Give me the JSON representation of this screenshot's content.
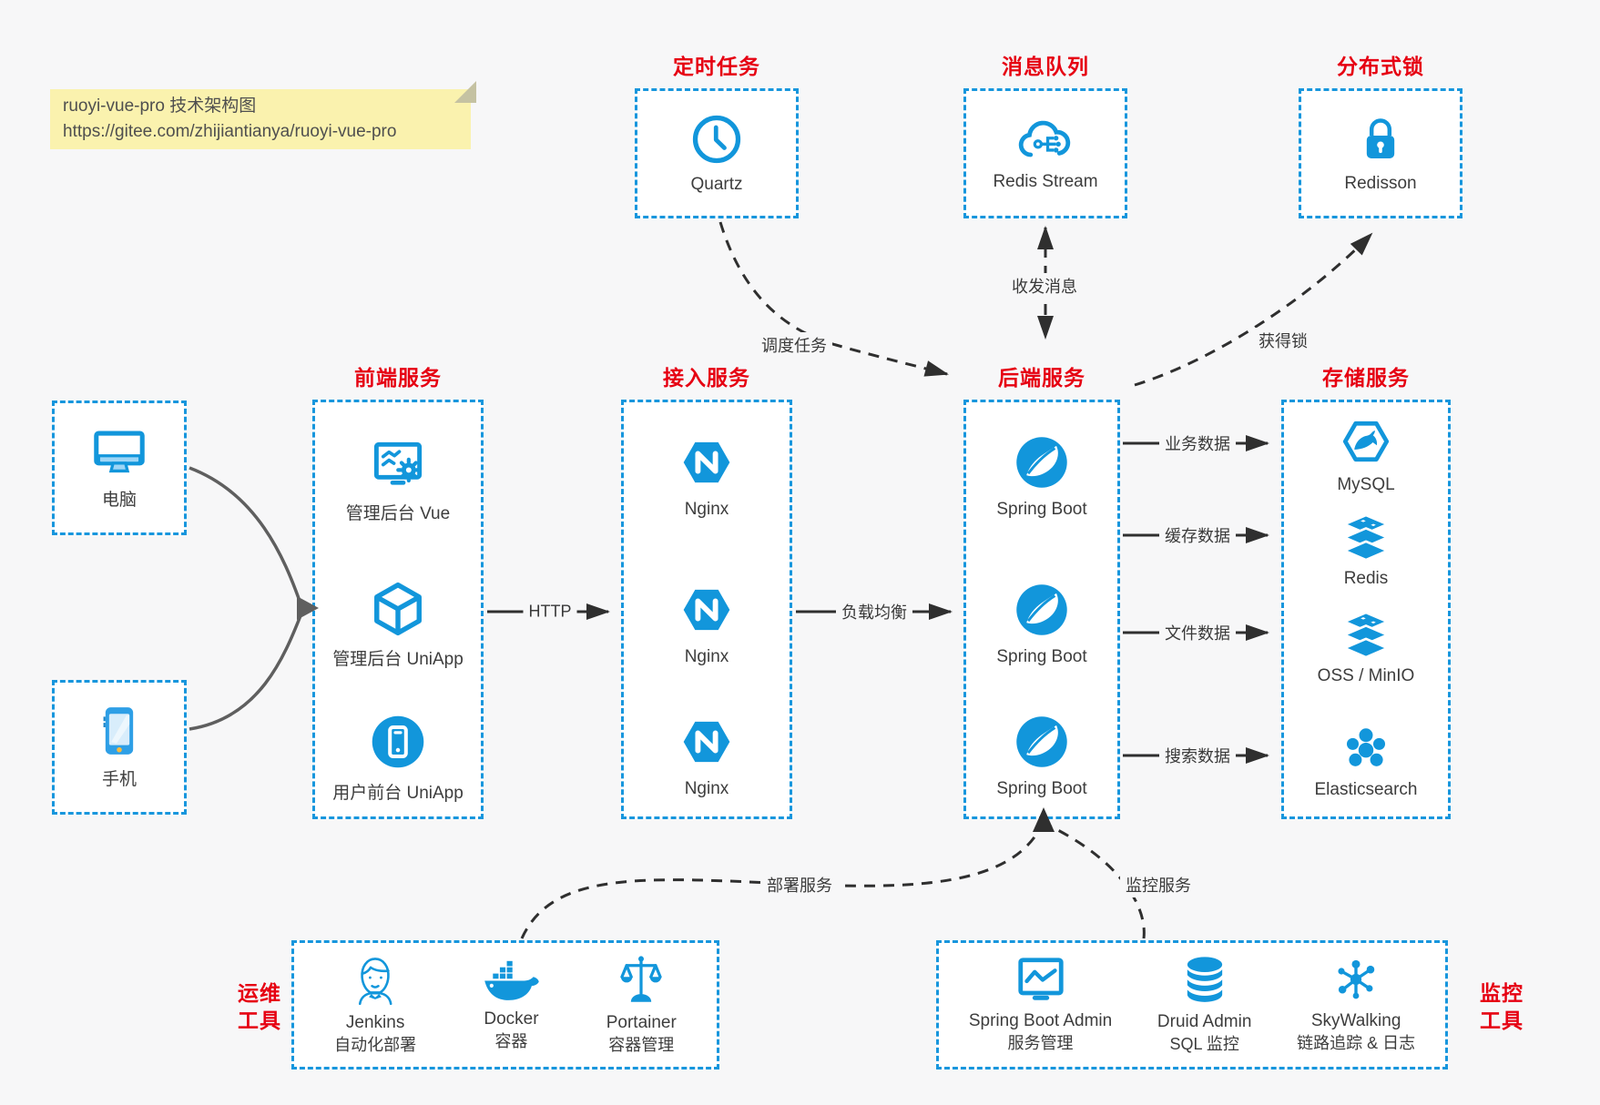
{
  "note": {
    "line1": "ruoyi-vue-pro 技术架构图",
    "line2": "https://gitee.com/zhijiantianya/ruoyi-vue-pro"
  },
  "colors": {
    "accent_blue": "#1296db",
    "dashed_border_blue": "#1796dd",
    "title_red": "#e60012",
    "page_bg": "#f7f7f8",
    "note_bg": "#faf2ae",
    "arrow_dark": "#2f2f2f",
    "arrow_gray": "#5f5f5f"
  },
  "groups": {
    "scheduled": {
      "title": "定时任务",
      "items": [
        {
          "label": "Quartz",
          "icon": "clock-icon"
        }
      ]
    },
    "mq": {
      "title": "消息队列",
      "items": [
        {
          "label": "Redis Stream",
          "icon": "cloud-queue-icon"
        }
      ]
    },
    "lock": {
      "title": "分布式锁",
      "items": [
        {
          "label": "Redisson",
          "icon": "padlock-icon"
        }
      ]
    },
    "clients": {
      "items": [
        {
          "label": "电脑",
          "icon": "desktop-icon"
        },
        {
          "label": "手机",
          "icon": "smartphone-icon"
        }
      ]
    },
    "frontend": {
      "title": "前端服务",
      "items": [
        {
          "label": "管理后台 Vue",
          "icon": "admin-vue-icon"
        },
        {
          "label": "管理后台 UniApp",
          "icon": "uniapp-cube-icon"
        },
        {
          "label": "用户前台 UniApp",
          "icon": "user-app-icon"
        }
      ]
    },
    "gateway": {
      "title": "接入服务",
      "items": [
        {
          "label": "Nginx",
          "icon": "nginx-icon"
        },
        {
          "label": "Nginx",
          "icon": "nginx-icon"
        },
        {
          "label": "Nginx",
          "icon": "nginx-icon"
        }
      ]
    },
    "backend": {
      "title": "后端服务",
      "items": [
        {
          "label": "Spring Boot",
          "icon": "spring-boot-icon"
        },
        {
          "label": "Spring Boot",
          "icon": "spring-boot-icon"
        },
        {
          "label": "Spring Boot",
          "icon": "spring-boot-icon"
        }
      ]
    },
    "storage": {
      "title": "存储服务",
      "items": [
        {
          "label": "MySQL",
          "icon": "mysql-icon"
        },
        {
          "label": "Redis",
          "icon": "redis-icon"
        },
        {
          "label": "OSS / MinIO",
          "icon": "oss-minio-icon"
        },
        {
          "label": "Elasticsearch",
          "icon": "elasticsearch-icon"
        }
      ]
    },
    "ops": {
      "title_lines": [
        "运维",
        "工具"
      ],
      "items": [
        {
          "name": "Jenkins",
          "desc": "自动化部署",
          "icon": "jenkins-icon"
        },
        {
          "name": "Docker",
          "desc": "容器",
          "icon": "docker-icon"
        },
        {
          "name": "Portainer",
          "desc": "容器管理",
          "icon": "portainer-icon"
        }
      ]
    },
    "monitoring": {
      "title_lines": [
        "监控",
        "工具"
      ],
      "items": [
        {
          "name": "Spring Boot Admin",
          "desc": "服务管理",
          "icon": "spring-boot-admin-icon"
        },
        {
          "name": "Druid Admin",
          "desc": "SQL 监控",
          "icon": "druid-icon"
        },
        {
          "name": "SkyWalking",
          "desc": "链路追踪 & 日志",
          "icon": "skywalking-icon"
        }
      ]
    }
  },
  "edges": {
    "http": "HTTP",
    "load_balance": "负载均衡",
    "schedule_task": "调度任务",
    "send_receive": "收发消息",
    "acquire_lock": "获得锁",
    "business_data": "业务数据",
    "cache_data": "缓存数据",
    "file_data": "文件数据",
    "search_data": "搜索数据",
    "deploy": "部署服务",
    "monitor": "监控服务"
  }
}
